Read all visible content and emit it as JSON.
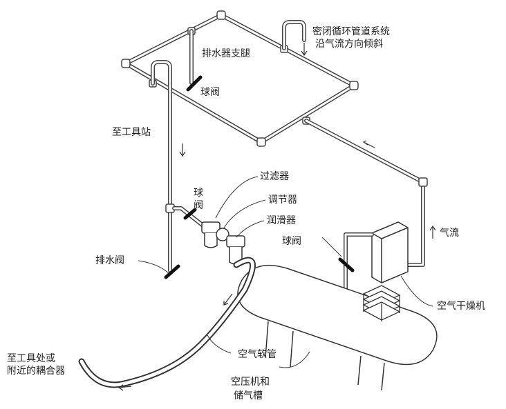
{
  "labels": {
    "closed_loop_line1": "密闭循环管道系统",
    "closed_loop_line2": "沿气流方向倾斜",
    "drain_leg": "排水器支腿",
    "ball_valve_top": "球阀",
    "to_tool_station": "至工具站",
    "filter": "过滤器",
    "ball_valve_mid_line1": "球",
    "ball_valve_mid_line2": "阀",
    "regulator": "调节器",
    "lubricator": "润滑器",
    "ball_valve_right": "球阀",
    "airflow": "气流",
    "drain_valve": "排水阀",
    "air_dryer": "空气干燥机",
    "air_hose": "空气软管",
    "coupler_line1": "至工具处或",
    "coupler_line2": "附近的耦合器",
    "compressor_line1": "空压机和",
    "compressor_line2": "储气槽"
  }
}
